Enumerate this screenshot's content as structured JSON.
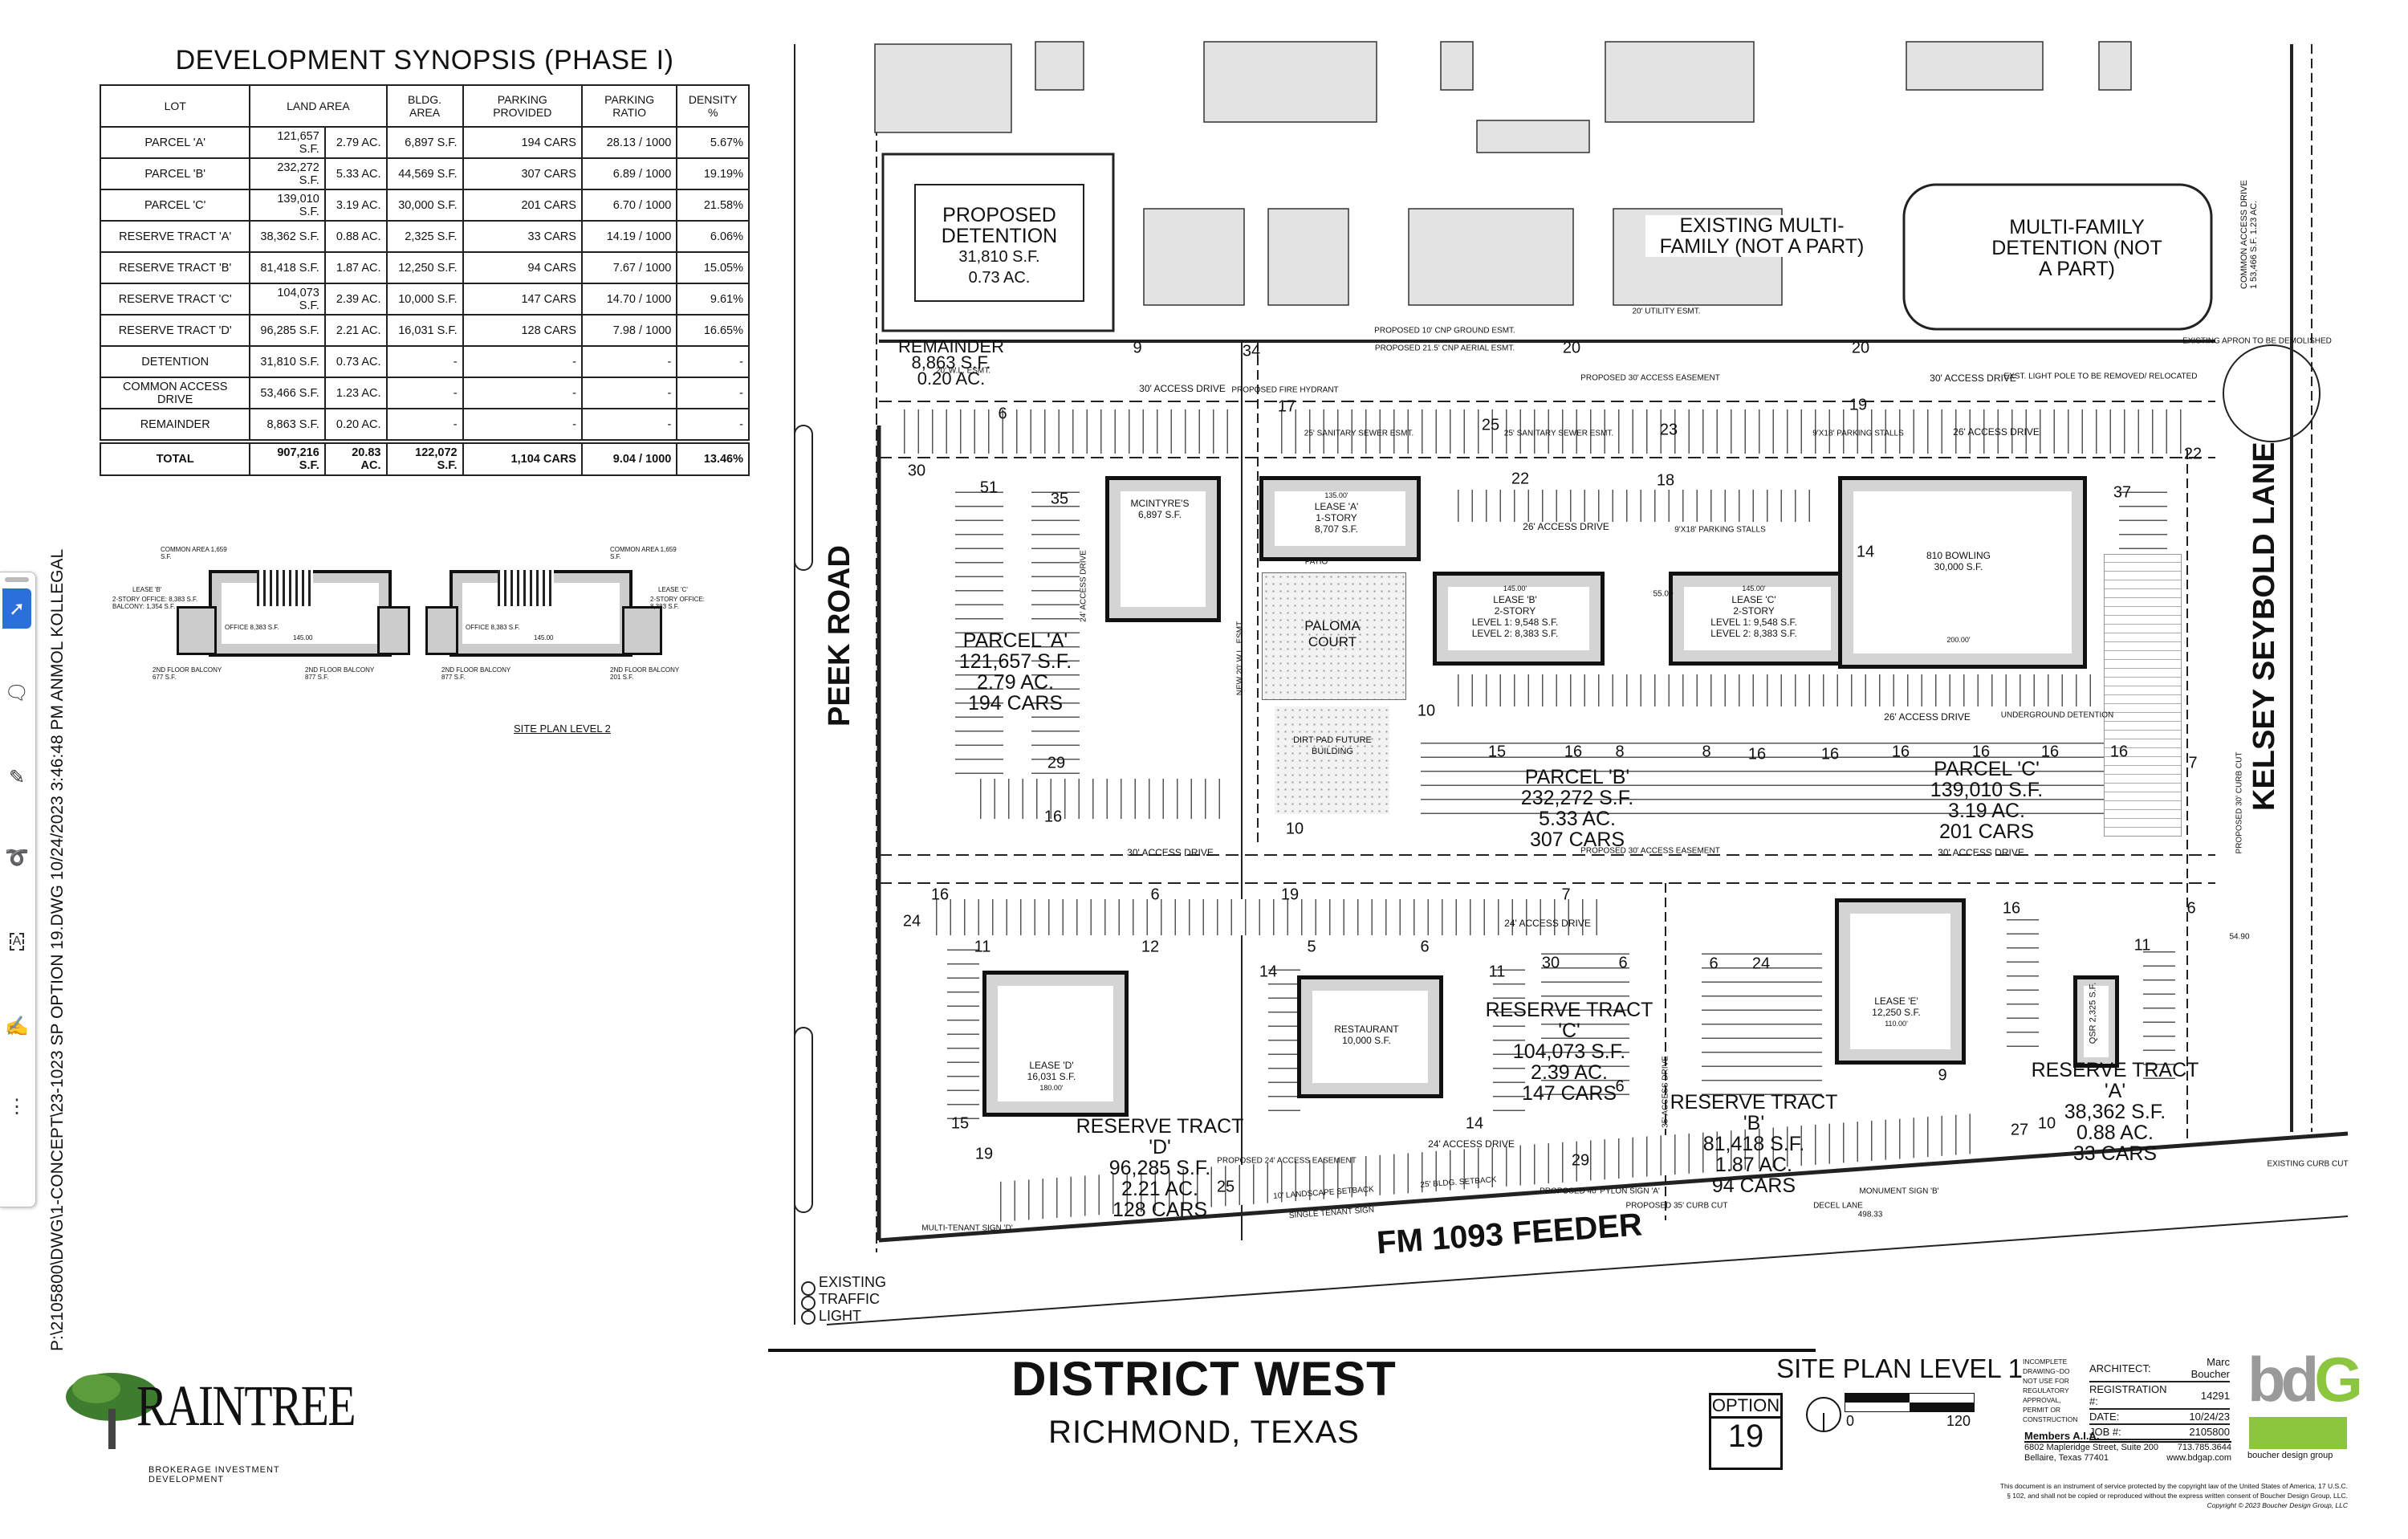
{
  "synopsis": {
    "title": "DEVELOPMENT SYNOPSIS (PHASE I)",
    "headers": {
      "lot": "LOT",
      "land_area": "LAND AREA",
      "bldg_area": "BLDG. AREA",
      "parking_provided": "PARKING PROVIDED",
      "parking_ratio": "PARKING RATIO",
      "density": "DENSITY %"
    },
    "rows": [
      {
        "lot": "PARCEL 'A'",
        "sf": "121,657 S.F.",
        "ac": "2.79 AC.",
        "bldg": "6,897 S.F.",
        "parking": "194 CARS",
        "ratio": "28.13 / 1000",
        "density": "5.67%"
      },
      {
        "lot": "PARCEL 'B'",
        "sf": "232,272 S.F.",
        "ac": "5.33 AC.",
        "bldg": "44,569 S.F.",
        "parking": "307 CARS",
        "ratio": "6.89 / 1000",
        "density": "19.19%"
      },
      {
        "lot": "PARCEL 'C'",
        "sf": "139,010 S.F.",
        "ac": "3.19 AC.",
        "bldg": "30,000 S.F.",
        "parking": "201 CARS",
        "ratio": "6.70 / 1000",
        "density": "21.58%"
      },
      {
        "lot": "RESERVE TRACT 'A'",
        "sf": "38,362 S.F.",
        "ac": "0.88 AC.",
        "bldg": "2,325 S.F.",
        "parking": "33 CARS",
        "ratio": "14.19 / 1000",
        "density": "6.06%"
      },
      {
        "lot": "RESERVE TRACT 'B'",
        "sf": "81,418 S.F.",
        "ac": "1.87 AC.",
        "bldg": "12,250 S.F.",
        "parking": "94 CARS",
        "ratio": "7.67 / 1000",
        "density": "15.05%"
      },
      {
        "lot": "RESERVE TRACT 'C'",
        "sf": "104,073 S.F.",
        "ac": "2.39 AC.",
        "bldg": "10,000 S.F.",
        "parking": "147 CARS",
        "ratio": "14.70 / 1000",
        "density": "9.61%"
      },
      {
        "lot": "RESERVE TRACT 'D'",
        "sf": "96,285 S.F.",
        "ac": "2.21 AC.",
        "bldg": "16,031 S.F.",
        "parking": "128 CARS",
        "ratio": "7.98 / 1000",
        "density": "16.65%"
      },
      {
        "lot": "DETENTION",
        "sf": "31,810 S.F.",
        "ac": "0.73 AC.",
        "bldg": "-",
        "parking": "-",
        "ratio": "-",
        "density": "-"
      },
      {
        "lot": "COMMON ACCESS DRIVE",
        "sf": "53,466 S.F.",
        "ac": "1.23 AC.",
        "bldg": "-",
        "parking": "-",
        "ratio": "-",
        "density": "-"
      },
      {
        "lot": "REMAINDER",
        "sf": "8,863 S.F.",
        "ac": "0.20 AC.",
        "bldg": "-",
        "parking": "-",
        "ratio": "-",
        "density": "-"
      }
    ],
    "total": {
      "lot": "TOTAL",
      "sf": "907,216 S.F.",
      "ac": "20.83 AC.",
      "bldg": "122,072 S.F.",
      "parking": "1,104 CARS",
      "ratio": "9.04 / 1000",
      "density": "13.46%"
    }
  },
  "level2": {
    "title": "SITE PLAN LEVEL 2",
    "lease_b": {
      "name": "LEASE 'B'",
      "desc": "2-STORY OFFICE: 8,383 S.F. BALCONY: 1,354 S.F.",
      "office": "OFFICE 8,383 S.F.",
      "dim": "145.00",
      "balcony": "2ND FLOOR BALCONY 677 S.F.",
      "balcony2": "2ND FLOOR BALCONY 877 S.F.",
      "common": "COMMON AREA 1,659 S.F."
    },
    "lease_c": {
      "name": "LEASE 'C'",
      "desc": "2-STORY OFFICE: 8,383 S.F.",
      "office": "OFFICE 8,383 S.F.",
      "dim": "145.00",
      "balcony": "2ND FLOOR BALCONY 877 S.F.",
      "balcony2": "2ND FLOOR BALCONY 201 S.F.",
      "common": "COMMON AREA 1,659 S.F."
    }
  },
  "plan": {
    "roads": {
      "peek": "PEEK ROAD",
      "kelsey": "KELSEY SEYBOLD LANE",
      "fm1093": "FM 1093 FEEDER"
    },
    "existing_traffic_light": "EXISTING TRAFFIC LIGHT",
    "proposed_detention": {
      "title": "PROPOSED DETENTION",
      "sf": "31,810 S.F.",
      "ac": "0.73 AC."
    },
    "existing_mf": "EXISTING MULTI-FAMILY (NOT A PART)",
    "mf_detention": "MULTI-FAMILY DETENTION (NOT A PART)",
    "common_access": "COMMON ACCESS DRIVE 1 53,466 S.F. 1.23 AC.",
    "remainder": {
      "title": "REMAINDER",
      "sf": "8,863 S.F.",
      "ac": "0.20 AC."
    },
    "buildings": {
      "mcintyres": {
        "name": "MCINTYRE'S",
        "sf": "6,897 S.F."
      },
      "lease_a": {
        "name": "LEASE 'A'",
        "story": "1-STORY",
        "sf": "8,707 S.F.",
        "dim": "135.00'"
      },
      "paloma": "PALOMA COURT",
      "dirt_pad": "DIRT PAD FUTURE BUILDING",
      "lease_b": {
        "name": "LEASE 'B'",
        "story": "2-STORY",
        "l1": "LEVEL 1: 9,548 S.F.",
        "l2": "LEVEL 2: 8,383 S.F.",
        "dim": "145.00'"
      },
      "lease_c": {
        "name": "LEASE 'C'",
        "story": "2-STORY",
        "l1": "LEVEL 1: 9,548 S.F.",
        "l2": "LEVEL 2: 8,383 S.F.",
        "dim": "145.00'"
      },
      "bowling": {
        "name": "810 BOWLING",
        "sf": "30,000 S.F.",
        "dim": "200.00'"
      },
      "lease_d": {
        "name": "LEASE 'D'",
        "sf": "16,031 S.F.",
        "dim": "180.00'"
      },
      "restaurant": {
        "name": "RESTAURANT",
        "sf": "10,000 S.F."
      },
      "lease_e": {
        "name": "LEASE 'E'",
        "sf": "12,250 S.F.",
        "dim": "110.00'"
      },
      "qsr": {
        "name": "QSR",
        "sf": "2,325 S.F."
      }
    },
    "parcels": {
      "a": {
        "name": "PARCEL 'A'",
        "sf": "121,657 S.F.",
        "ac": "2.79 AC.",
        "cars": "194 CARS"
      },
      "b": {
        "name": "PARCEL 'B'",
        "sf": "232,272 S.F.",
        "ac": "5.33 AC.",
        "cars": "307 CARS"
      },
      "c": {
        "name": "PARCEL 'C'",
        "sf": "139,010 S.F.",
        "ac": "3.19 AC.",
        "cars": "201 CARS"
      },
      "rta": {
        "name": "RESERVE TRACT 'A'",
        "sf": "38,362 S.F.",
        "ac": "0.88 AC.",
        "cars": "33 CARS"
      },
      "rtb": {
        "name": "RESERVE TRACT 'B'",
        "sf": "81,418 S.F.",
        "ac": "1.87 AC.",
        "cars": "94 CARS"
      },
      "rtc": {
        "name": "RESERVE TRACT 'C'",
        "sf": "104,073 S.F.",
        "ac": "2.39 AC.",
        "cars": "147 CARS"
      },
      "rtd": {
        "name": "RESERVE TRACT 'D'",
        "sf": "96,285 S.F.",
        "ac": "2.21 AC.",
        "cars": "128 CARS"
      }
    },
    "annotations": [
      "30' ACCESS DRIVE",
      "30' ACCESS DRIVE",
      "30' ACCESS DRIVE",
      "30' ACCESS DRIVE",
      "26' ACCESS DRIVE",
      "26' ACCESS DRIVE",
      "26' ACCESS DRIVE",
      "24' ACCESS DRIVE",
      "24' ACCESS DRIVE",
      "PROPOSED FIRE HYDRANT",
      "9'X18' PARKING STALLS",
      "9'X18' PARKING STALLS",
      "PROPOSED 30' ACCESS EASEMENT",
      "PROPOSED 30' ACCESS EASEMENT",
      "25' SANITARY SEWER ESMT.",
      "25' SANITARY SEWER ESMT.",
      "20' UTILITY ESMT.",
      "EXISTING APRON TO BE DEMOLISHED",
      "EXST. LIGHT POLE TO BE REMOVED/ RELOCATED",
      "UNDERGROUND DETENTION",
      "PATIO",
      "DECEL LANE",
      "MULTI-TENANT SIGN 'D'",
      "SINGLE TENANT SIGN",
      "PROPOSED 24' ACCESS EASEMENT",
      "10' LANDSCAPE SETBACK",
      "25' BLDG. SETBACK",
      "PROPOSED 40' PYLON SIGN 'A'",
      "PROPOSED 35' CURB CUT",
      "EXISTING CURB CUT",
      "MONUMENT SIGN 'B'",
      "PROPOSED 10' CNP GROUND ESMT.",
      "PROPOSED 21.5' CNP AERIAL ESMT.",
      "20' W.L. ESMT.",
      "NEW 20' W.L. ESMT",
      "24' ACCESS DRIVE",
      "35' ACCESS DRIVE",
      "PROPOSED 30' CURB CUT",
      "498.33",
      "55.00",
      "54.90"
    ],
    "stall_counts": [
      "51",
      "35",
      "29",
      "16",
      "30",
      "6",
      "9",
      "34",
      "17",
      "25",
      "23",
      "22",
      "18",
      "19",
      "20",
      "20",
      "37",
      "22",
      "15",
      "16",
      "8",
      "8",
      "16",
      "16",
      "16",
      "16",
      "16",
      "16",
      "7",
      "10",
      "10",
      "16",
      "6",
      "19",
      "7",
      "24",
      "11",
      "12",
      "14",
      "5",
      "6",
      "11",
      "30",
      "6",
      "6",
      "24",
      "16",
      "11",
      "6",
      "15",
      "19",
      "25",
      "14",
      "29",
      "27",
      "10",
      "6",
      "9",
      "14"
    ]
  },
  "title_block": {
    "project": "DISTRICT WEST",
    "location": "RICHMOND, TEXAS",
    "sheet": "SITE PLAN LEVEL 1",
    "option_label": "OPTION",
    "option_number": "19",
    "scale_start": "0",
    "scale_end": "120",
    "disclaimer": "INCOMPLETE DRAWING~DO NOT USE FOR REGULATORY APPROVAL, PERMIT OR CONSTRUCTION",
    "architect_label": "ARCHITECT:",
    "architect": "Marc Boucher",
    "registration_label": "REGISTRATION #:",
    "registration": "14291",
    "date_label": "DATE:",
    "date": "10/24/23",
    "job_label": "JOB #:",
    "job": "2105800",
    "members": "Members A.I.A.",
    "address1": "6802 Mapleridge Street, Suite 200",
    "phone": "713.785.3644",
    "address2": "Bellaire, Texas 77401",
    "web": "www.bdgap.com",
    "copyright1": "This document is an instrument of service protected by the copyright law of the United States of America, 17 U.S.C.",
    "copyright2": "§ 102, and shall not be copied or reproduced without the express written consent of Boucher Design Group, LLC.",
    "copyright3": "Copyright © 2023 Boucher Design Group, LLC",
    "bdg_logo": "bdG",
    "bdg_name": "boucher design group",
    "raintree_logo": "RAINTREE",
    "raintree_tagline": "BROKERAGE INVESTMENT DEVELOPMENT"
  },
  "file_path": "P:\\2105800\\DWG\\1-CONCEPT\\23-1023 SP OPTION 19.DWG  10/24/2023 3:46:48 PM  ANMOL KOLLEGAL",
  "toolbar": {
    "tools": [
      "select-tool",
      "comment-tool",
      "draw-tool",
      "lasso-tool",
      "text-box-tool",
      "signature-tool",
      "more-tools"
    ],
    "accent": "#2a6fdb"
  },
  "colors": {
    "bdg_gray": "#9a9a9a",
    "bdg_green": "#8cc63f",
    "raintree_green": "#3f7d2e"
  }
}
